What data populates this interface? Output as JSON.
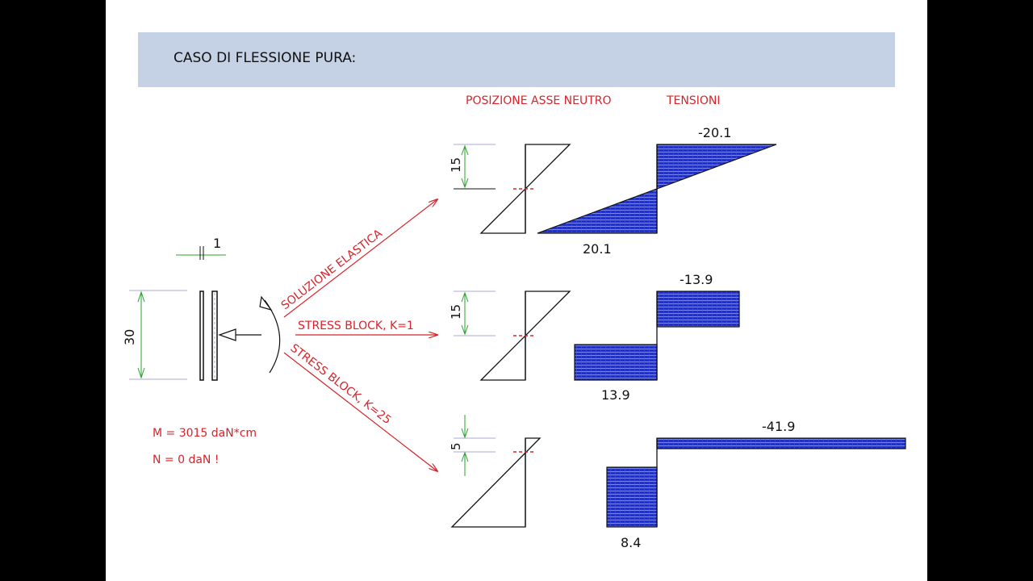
{
  "slide": {
    "title": "CASO DI FLESSIONE PURA:"
  },
  "headers": {
    "neutral_axis": "POSIZIONE ASSE NEUTRO",
    "stresses": "TENSIONI"
  },
  "section": {
    "thickness": "1",
    "height": "30"
  },
  "loads": {
    "moment": "M = 3015 daN*cm",
    "axial": "N = 0 daN !"
  },
  "methods": [
    "SOLUZIONE ELASTICA",
    "STRESS BLOCK, K=1",
    "STRESS BLOCK, K=25"
  ],
  "cases": [
    {
      "axis_dim": "15",
      "stress_top": "-20.1",
      "stress_bottom": "20.1"
    },
    {
      "axis_dim": "15",
      "stress_top": "-13.9",
      "stress_bottom": "13.9"
    },
    {
      "axis_dim": "5",
      "stress_top": "-41.9",
      "stress_bottom": "8.4"
    }
  ],
  "colors": {
    "title_band": "#c5d2e5",
    "annotation_red": "#d8232a",
    "stress_fill": "#1f2fd6",
    "dimension_green": "#2aa42a",
    "guide_lavender": "#a9a9d6"
  }
}
